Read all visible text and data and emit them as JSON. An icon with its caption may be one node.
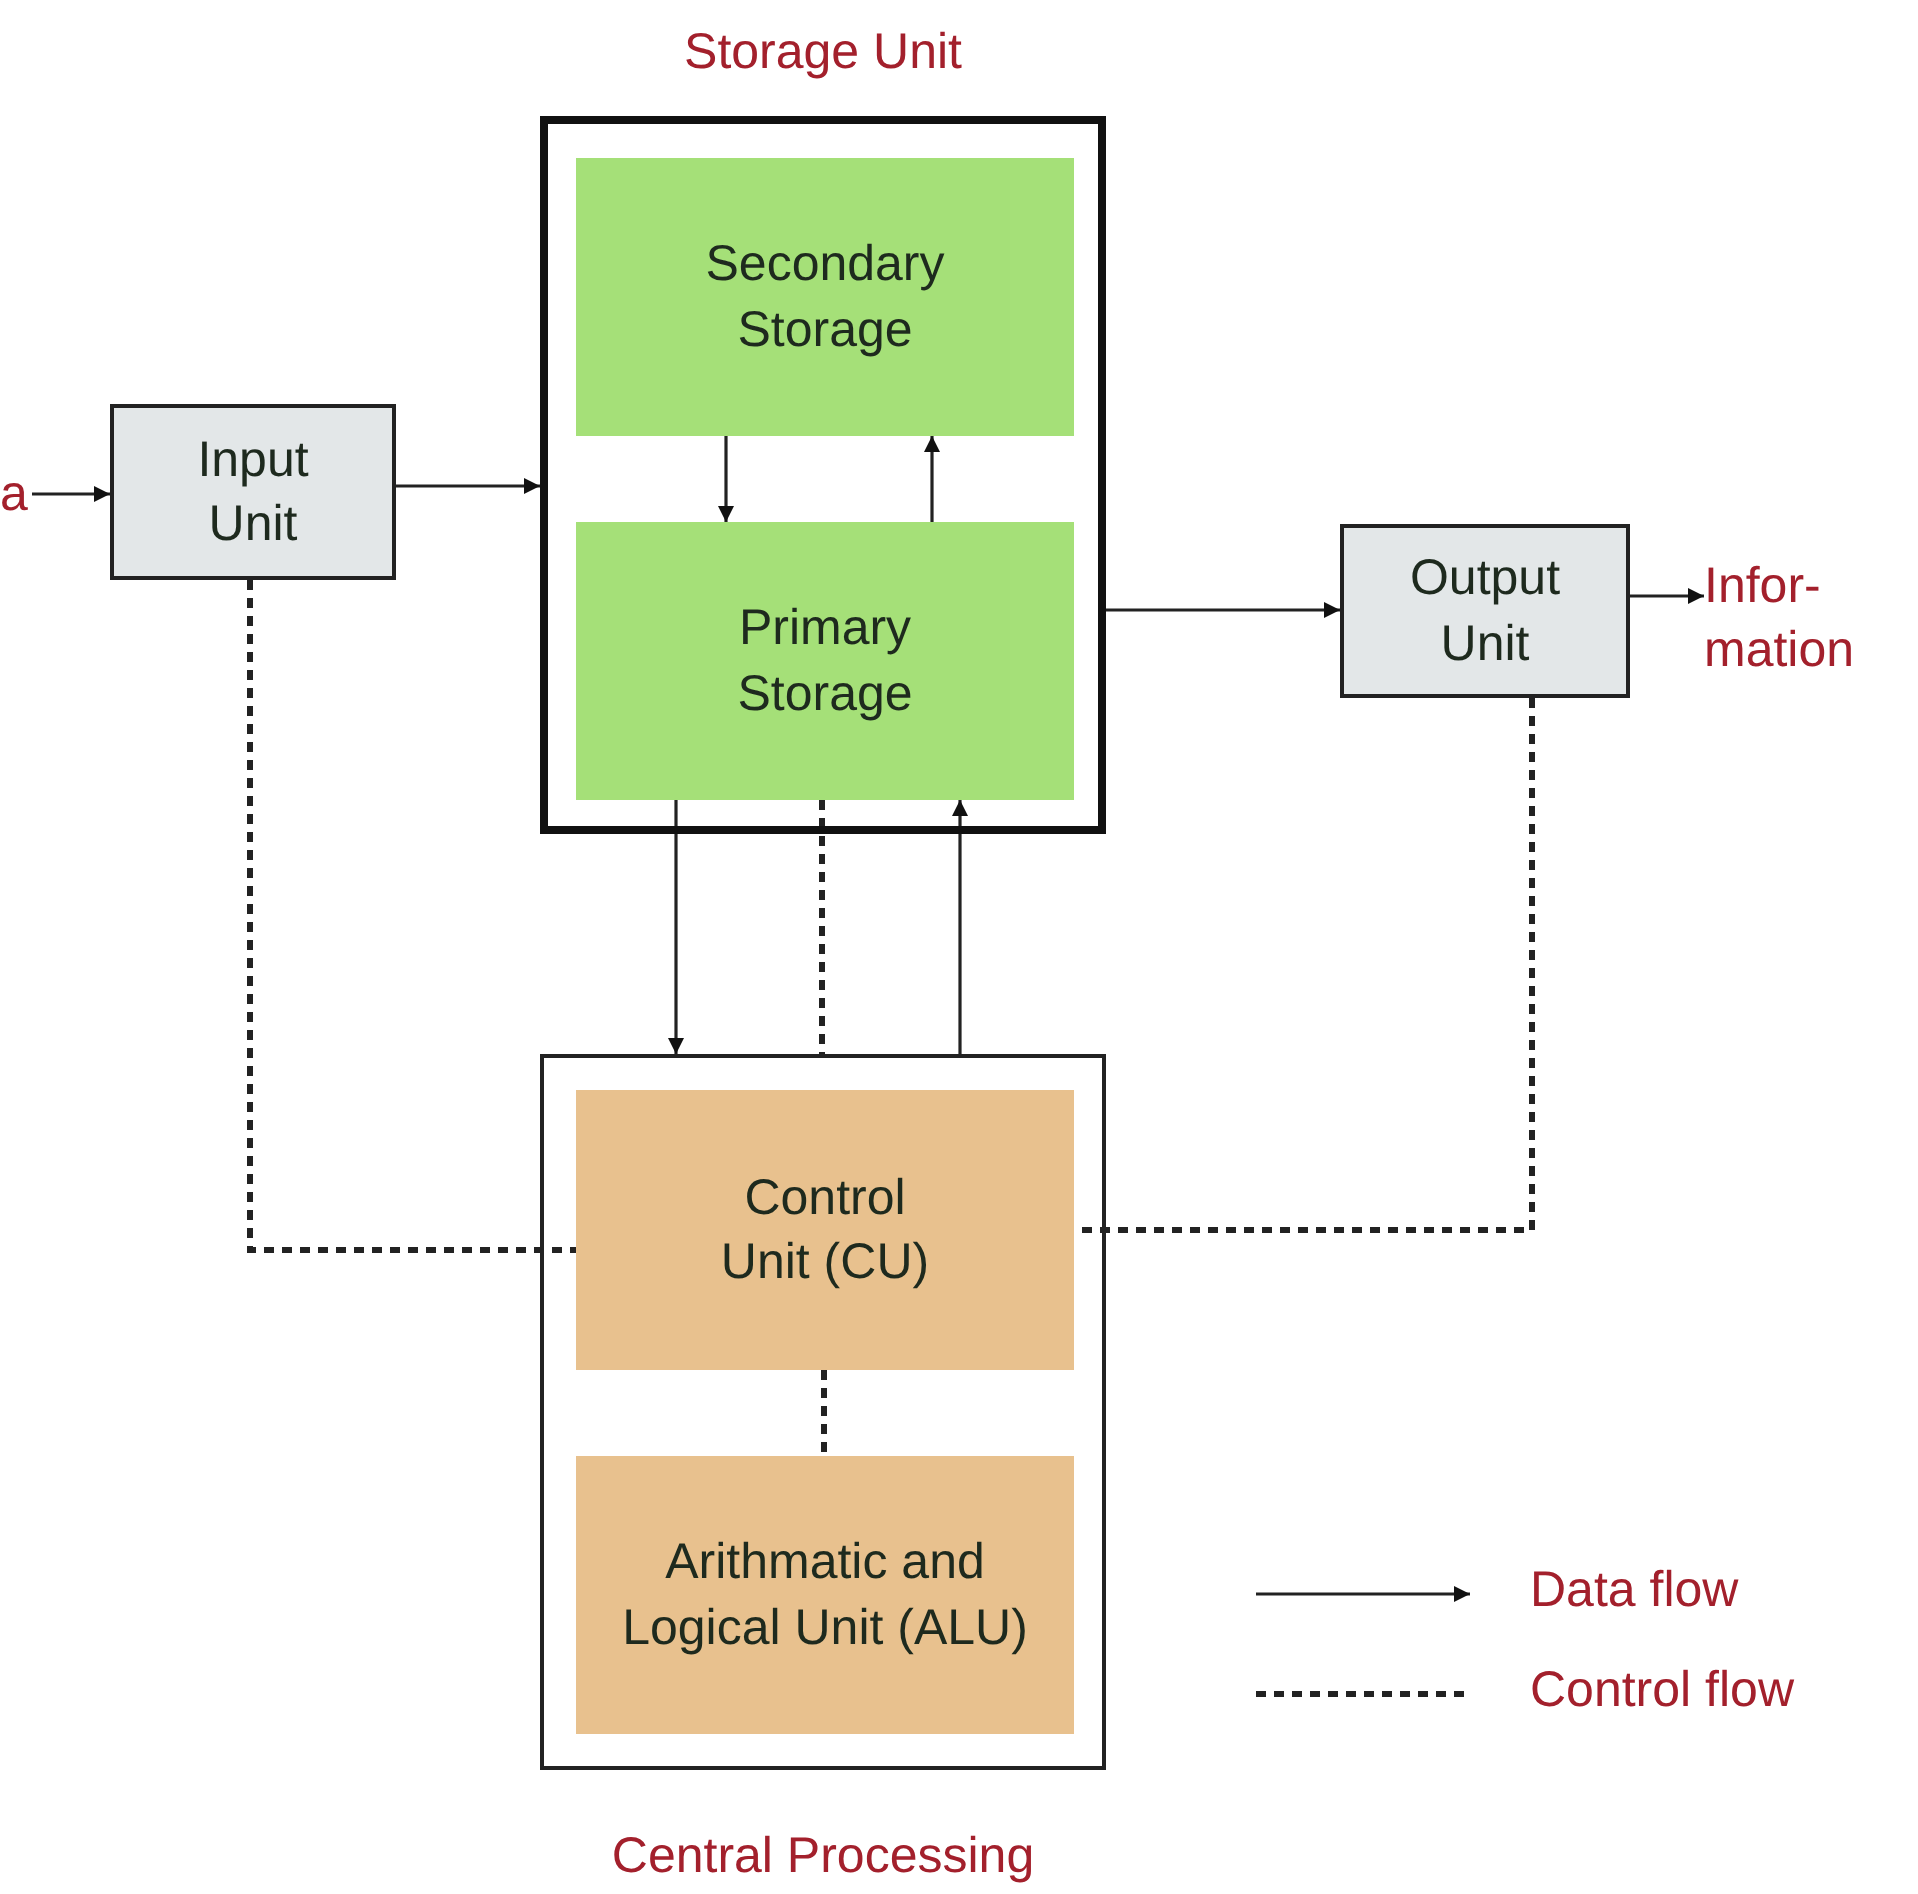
{
  "diagram": {
    "nodes": [
      {
        "text": [
          "a"
        ]
      },
      {
        "text": [
          "Input Unit"
        ]
      },
      {
        "text": [
          "Storage Unit"
        ]
      },
      {
        "text": [
          "Secondary Storage"
        ],
        "in": 2
      },
      {
        "text": [
          "Primary Storage"
        ],
        "in": 2
      },
      {
        "text": [
          "Output Unit"
        ]
      },
      {
        "text": [
          "Infor- mation"
        ]
      },
      {
        "text": [
          "Central Processing"
        ]
      },
      {
        "text": [
          "Control Unit (CU)"
        ],
        "in": 7
      },
      {
        "text": [
          "Arithmatic and Logical Unit (ALU)"
        ],
        "in": 7
      }
    ],
    "edges": [
      {
        "from": 0,
        "to": 1,
        "arrow": "to"
      },
      {
        "from": 1,
        "to": 2,
        "arrow": "to"
      },
      {
        "from": 3,
        "to": 4,
        "arrow": "to"
      },
      {
        "from": 4,
        "to": 3,
        "arrow": "to"
      },
      {
        "from": 2,
        "to": 5,
        "arrow": "to"
      },
      {
        "from": 5,
        "to": 6,
        "arrow": "to"
      },
      {
        "from": 4,
        "to": 7,
        "arrow": "to"
      },
      {
        "from": 4,
        "to": 7,
        "arrow": "none",
        "style": "dashed"
      },
      {
        "from": 7,
        "to": 4,
        "arrow": "to"
      },
      {
        "from": 1,
        "to": 8,
        "arrow": "none",
        "style": "dashed"
      },
      {
        "from": 5,
        "to": 8,
        "arrow": "none",
        "style": "dashed"
      },
      {
        "from": 8,
        "to": 9,
        "arrow": "none",
        "style": "dashed"
      }
    ],
    "legend": [
      {
        "text": "Data flow"
      },
      {
        "text": "Control flow"
      }
    ]
  }
}
